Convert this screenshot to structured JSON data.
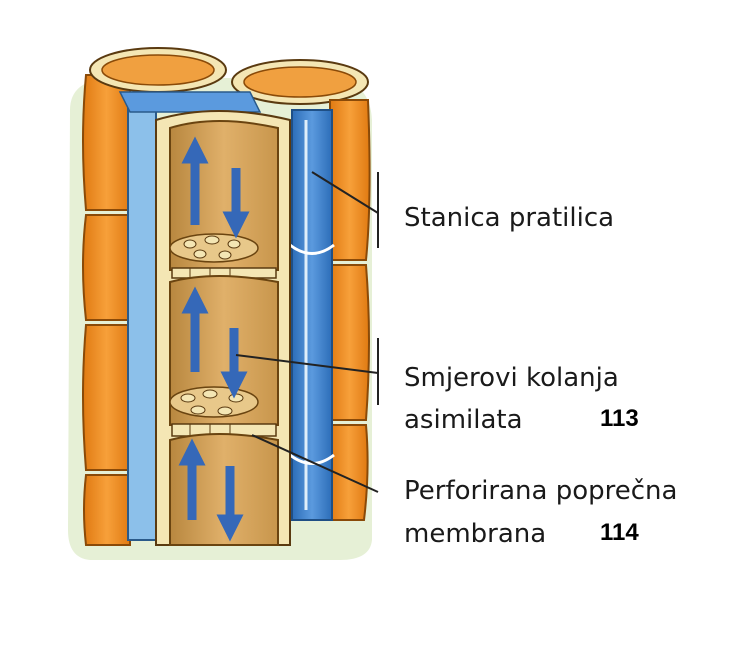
{
  "labels": {
    "companion_cell": "Stanica pratilica",
    "flow_line1": "Smjerovi kolanja",
    "flow_line2": "asimilata",
    "plate_line1": "Perforirana poprečna",
    "plate_line2": "membrana"
  },
  "numbers": {
    "flow": "113",
    "plate": "114"
  },
  "colors": {
    "background_blob": "#e6f0d6",
    "outer_cell": "#f08a1c",
    "outer_cell_dark": "#c86c10",
    "companion_cell": "#3f82cc",
    "companion_cell_light": "#8cc0ea",
    "sieve_tube_inner": "#d7a35a",
    "sieve_tube_wall": "#f4e6b4",
    "arrow": "#3568b8"
  },
  "icons": [
    "arrow-up-icon",
    "arrow-down-icon"
  ]
}
